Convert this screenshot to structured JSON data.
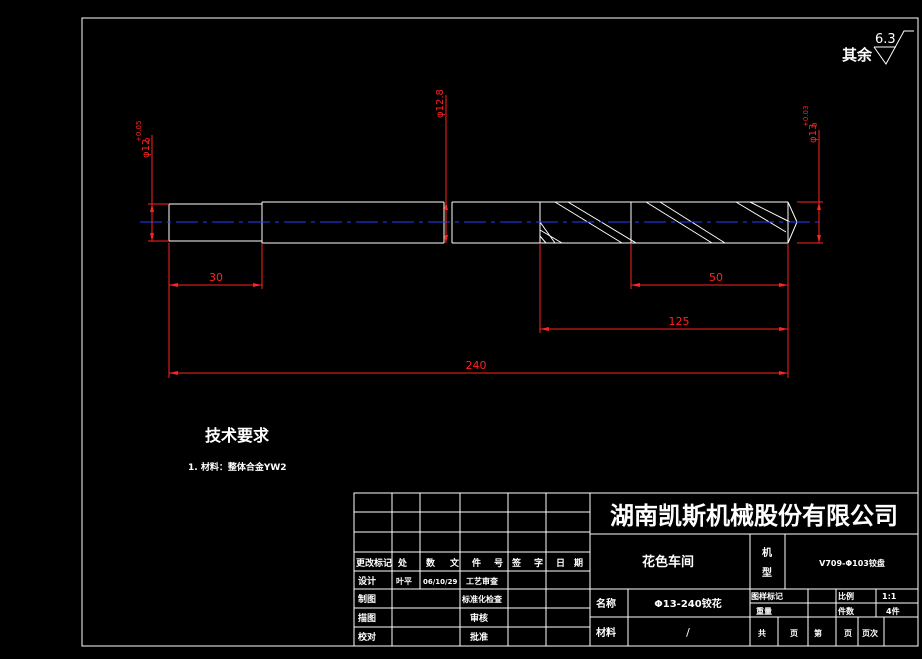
{
  "surface_finish": {
    "prefix": "其余",
    "value": "6.3"
  },
  "dimensions": {
    "shank_dia": "φ12",
    "shank_tol_upper": "+0.05",
    "shank_tol_lower": "0",
    "body_dia": "φ12.8",
    "tip_dia": "φ13",
    "tip_tol_upper": "+0.03",
    "tip_tol_lower": "0",
    "len_30": "30",
    "len_50": "50",
    "len_125": "125",
    "len_240": "240"
  },
  "tech_req": {
    "title": "技术要求",
    "item1": "1. 材料：整体合金YW2"
  },
  "title_block": {
    "company": "湖南凯斯机械股份有限公司",
    "workshop": "花色车间",
    "rev_headers": [
      "更改标记",
      "处",
      "数",
      "文",
      "件",
      "号",
      "签",
      "字",
      "日",
      "期"
    ],
    "row_design": "设计",
    "designer": "叶平",
    "design_date": "06/10/29",
    "process_review": "工艺审查",
    "row_draw": "制图",
    "std_check": "标准化检查",
    "row_describe": "描图",
    "review": "审核",
    "row_check": "校对",
    "approve": "批准",
    "name_label": "名称",
    "part_name": "Φ13-240铰花",
    "material_label": "材料",
    "material_value": "/",
    "machine_label1": "机",
    "machine_label2": "型",
    "machine_value": "V709-Φ103铰盘",
    "drawing_mark": "图样标记",
    "weight": "重量",
    "scale_label": "比例",
    "scale_value": "1:1",
    "qty_label": "件数",
    "qty_value": "4件",
    "total": "共",
    "pages": "页",
    "sheet": "第",
    "page2": "页",
    "revision": "页次"
  }
}
